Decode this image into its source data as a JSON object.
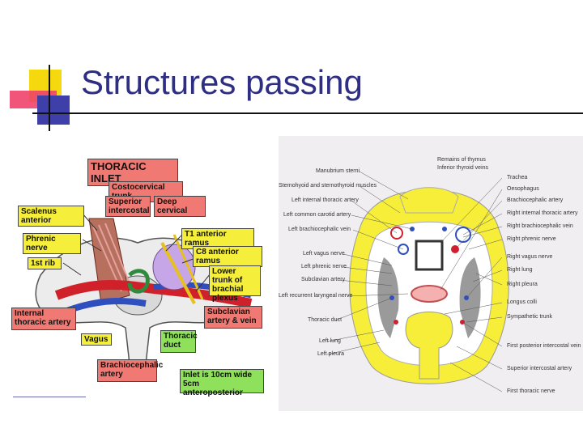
{
  "slide": {
    "title": "Structures passing"
  },
  "left_figure": {
    "labels": {
      "thoracic_inlet": "THORACIC INLET",
      "costocervical_trunk": "Costocervical trunk",
      "superior_intercostal": "Superior intercostal",
      "deep_cervical": "Deep cervical",
      "scalenus_anterior": "Scalenus anterior",
      "phrenic_nerve": "Phrenic nerve",
      "first_rib": "1st rib",
      "t1_anterior_ramus": "T1 anterior ramus",
      "c8_anterior_ramus": "C8 anterior ramus",
      "lower_trunk": "Lower trunk of brachial plexus",
      "internal_thoracic_artery": "Internal thoracic artery",
      "subclavian_artery_vein": "Subclavian artery & vein",
      "vagus": "Vagus",
      "thoracic_duct": "Thoracic duct",
      "brachiocephalic_artery": "Brachiocephalic artery",
      "inlet_size": "Inlet is 10cm wide 5cm anteroposterior"
    }
  },
  "right_figure": {
    "left_labels": [
      "Manubrium sterni",
      "Sternohyoid and sternothyroid muscles",
      "Left internal thoracic artery",
      "Left common carotid artery",
      "Left brachiocephalic vein",
      "Left vagus nerve",
      "Left phrenic nerve",
      "Subclavian artery",
      "Left recurrent laryngeal nerve",
      "Thoracic duct",
      "Left lung",
      "Left pleura"
    ],
    "top_labels": [
      "Remains of thymus",
      "Inferior thyroid veins"
    ],
    "right_labels": [
      "Trachea",
      "Oesophagus",
      "Brachiocephalic artery",
      "Right internal thoracic artery",
      "Right brachiocephalic vein",
      "Right phrenic nerve",
      "Right vagus nerve",
      "Right lung",
      "Right pleura",
      "Longus colli",
      "Sympathetic trunk",
      "First posterior intercostal vein",
      "Superior intercostal artery",
      "First thoracic nerve"
    ]
  }
}
